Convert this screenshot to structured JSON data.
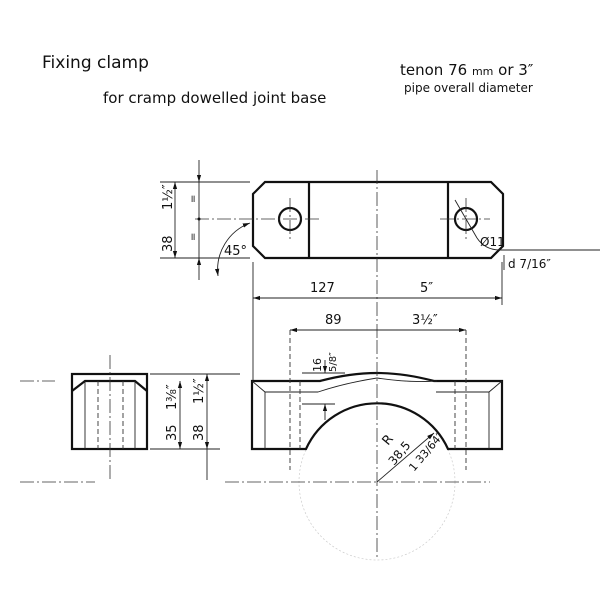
{
  "title": "Fixing clamp",
  "subtitle": "for cramp dowelled joint base",
  "spec": {
    "line1": "tenon 76",
    "unit": "mm",
    "or": "or 3″",
    "line2": "pipe overall diameter"
  },
  "top_view": {
    "height_in": "1½″",
    "height_mm": "38",
    "equal_mark": "=",
    "angle": "45°",
    "hole_dia_mm": "Ø11",
    "hole_dia_in": "d 7/16″",
    "length_mm": "127",
    "length_in": "5″",
    "hole_spacing_mm": "89",
    "hole_spacing_in": "3½″"
  },
  "front_view": {
    "arch_mm": "16",
    "arch_in": "5/8″",
    "radius_label": "R",
    "radius_mm": "38,5",
    "radius_in": "1 33/64″"
  },
  "side_view": {
    "inner_mm": "35",
    "inner_in": "1⅜″",
    "height_mm": "38",
    "height_in": "1½″"
  }
}
